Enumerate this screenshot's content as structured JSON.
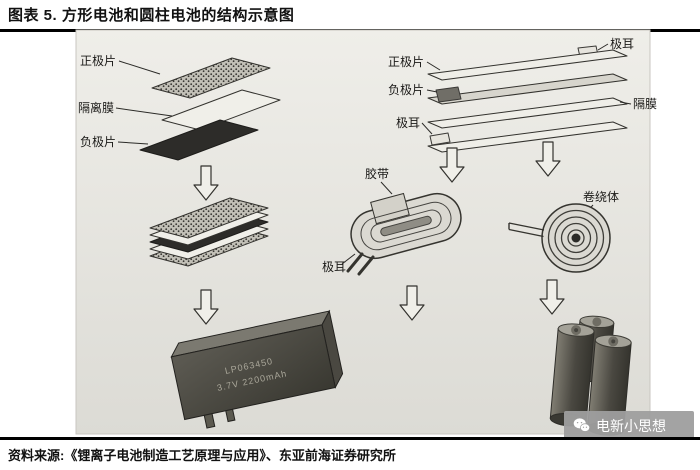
{
  "header": {
    "title": "图表 5. 方形电池和圆柱电池的结构示意图"
  },
  "diagram": {
    "prismatic": {
      "positive_sheet": "正极片",
      "separator": "隔离膜",
      "negative_sheet": "负极片",
      "battery_model": "LP063450",
      "battery_spec": "3.7V 2200mAh"
    },
    "cylindrical": {
      "positive_sheet": "正极片",
      "tab_top": "极耳",
      "negative_sheet": "负极片",
      "separator": "隔膜",
      "tab_left": "极耳",
      "tape": "胶带",
      "tab_roll": "极耳",
      "winding_body": "卷绕体"
    }
  },
  "footer": {
    "source": "资料来源:《锂离子电池制造工艺原理与应用》、东亚前海证券研究所"
  },
  "watermark": {
    "text": "电新小思想"
  }
}
